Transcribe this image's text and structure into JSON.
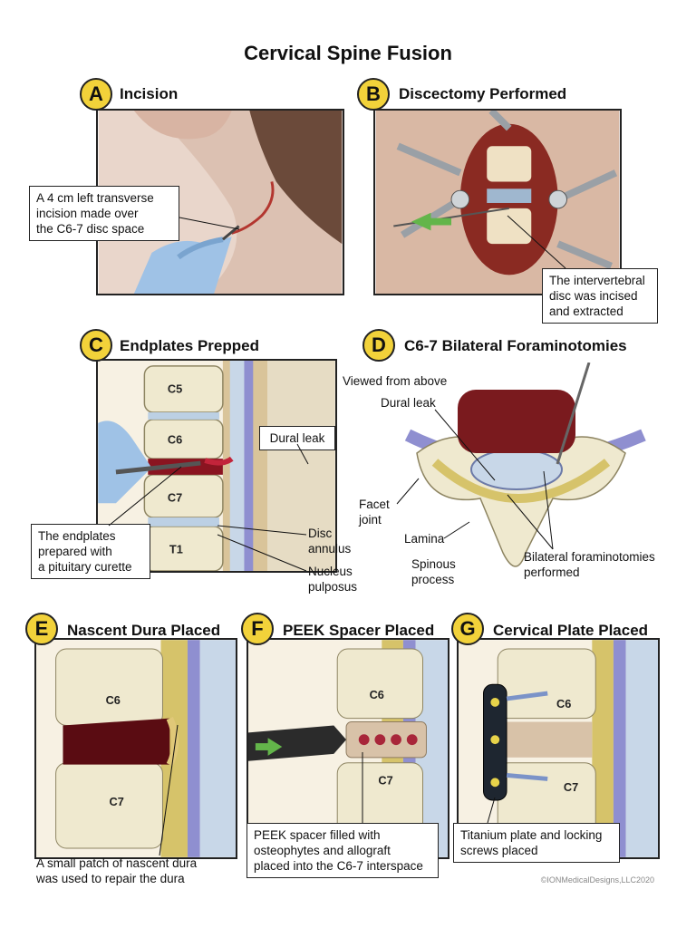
{
  "title": "Cervical Spine Fusion",
  "copyright": "©IONMedicalDesigns,LLC2020",
  "colors": {
    "badge": "#f2d23a",
    "bone": "#efe9cf",
    "blood": "#8a1420",
    "dura": "#8f8fd0",
    "cord": "#c8d7e8"
  },
  "panels": {
    "A": {
      "letter": "A",
      "title": "Incision",
      "callout": "A 4 cm left transverse\nincision made over\nthe C6-7 disc space"
    },
    "B": {
      "letter": "B",
      "title": "Discectomy Performed",
      "callout": "The intervertebral\ndisc was incised\nand extracted"
    },
    "C": {
      "letter": "C",
      "title": "Endplates Prepped",
      "vertebrae": [
        "C5",
        "C6",
        "C7",
        "T1"
      ],
      "callout_dural": "Dural leak",
      "callout_endplates": "The endplates\nprepared with\na pituitary curette",
      "label_disc": "Disc\nannulus",
      "label_nucleus": "Nucleus\npulposus"
    },
    "D": {
      "letter": "D",
      "title": "C6-7 Bilateral Foraminotomies",
      "label_view": "Viewed from above",
      "label_dural": "Dural leak",
      "label_facet": "Facet\njoint",
      "label_lamina": "Lamina",
      "label_spinous": "Spinous\nprocess",
      "label_bilateral": "Bilateral foraminotomies\nperformed"
    },
    "E": {
      "letter": "E",
      "title": "Nascent Dura Placed",
      "vertebrae": [
        "C6",
        "C7"
      ],
      "label": "A small patch of nascent dura\nwas used to repair the dura"
    },
    "F": {
      "letter": "F",
      "title": "PEEK Spacer Placed",
      "vertebrae": [
        "C6",
        "C7"
      ],
      "callout": "PEEK spacer filled with\nosteophytes and allograft\nplaced into the C6-7 interspace"
    },
    "G": {
      "letter": "G",
      "title": "Cervical Plate Placed",
      "vertebrae": [
        "C6",
        "C7"
      ],
      "callout": "Titanium plate and locking\nscrews placed"
    }
  }
}
